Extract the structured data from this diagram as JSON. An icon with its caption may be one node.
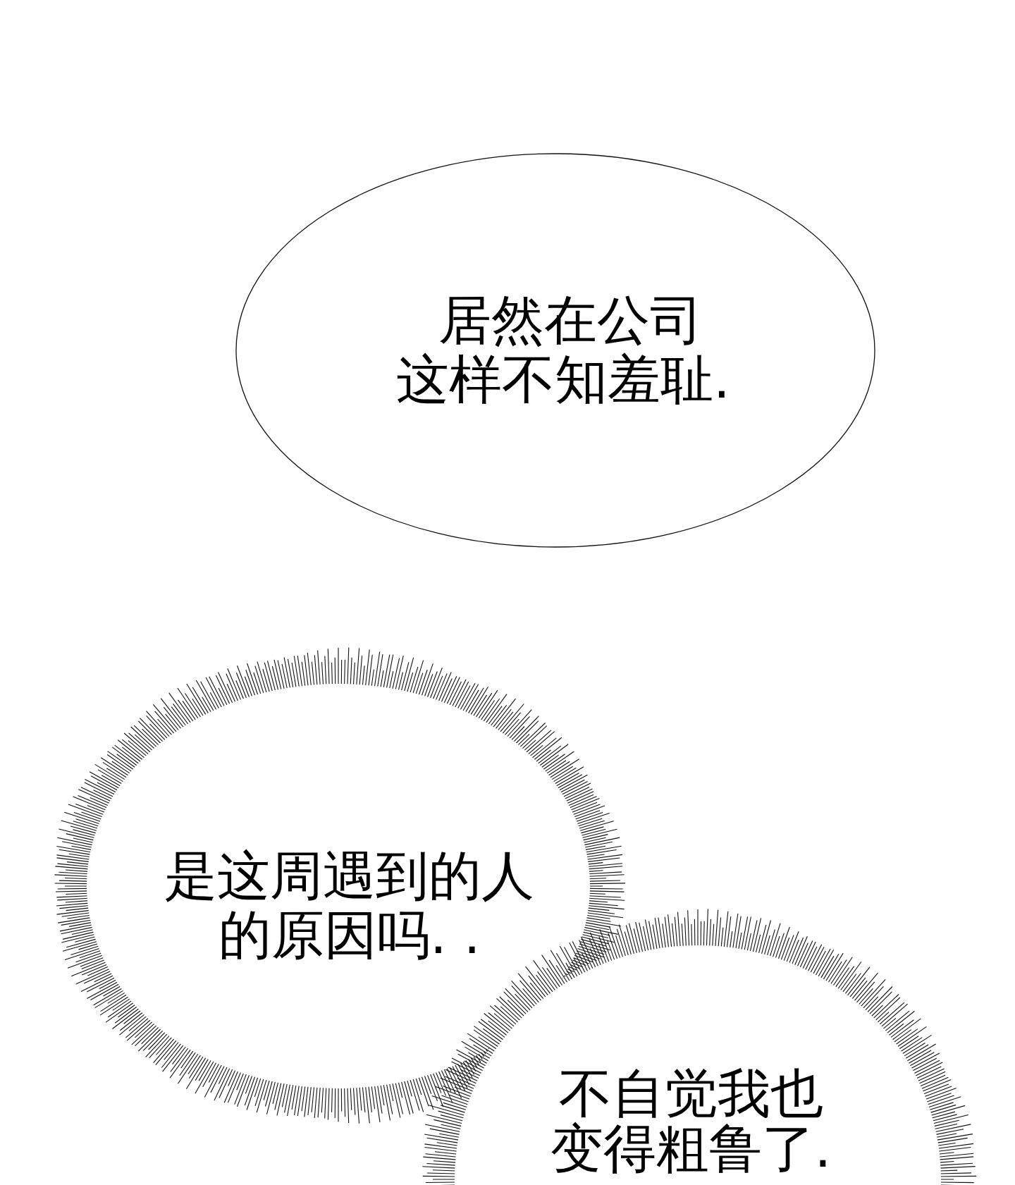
{
  "diagram": {
    "nodes": [
      {
        "text": [
          "居然在公司这样不知羞耻."
        ]
      },
      {
        "text": [
          "是这周遇到的人的原因吗. ."
        ]
      },
      {
        "text": [
          "不自觉我也变得粗鲁了."
        ]
      }
    ]
  }
}
